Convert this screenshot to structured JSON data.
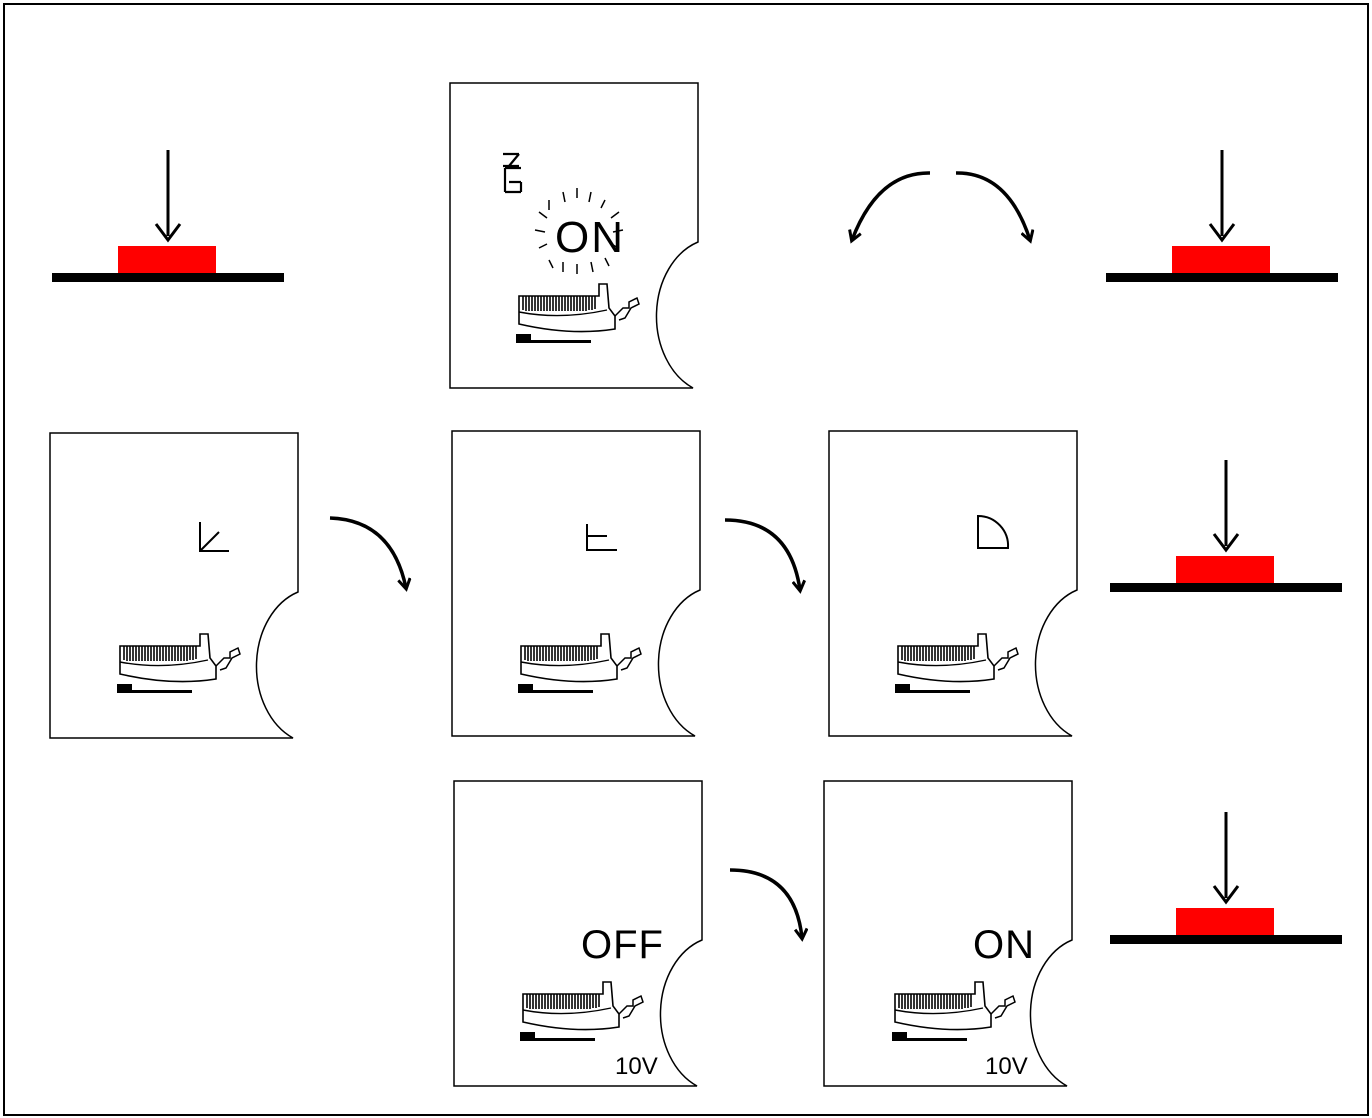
{
  "colors": {
    "button": "#ff0000",
    "ink": "#000000",
    "background": "#ffffff"
  },
  "panels": {
    "zone_on": {
      "display": "ON",
      "mode_icon": "zone-icon",
      "blinking": true
    },
    "mode_angle": {
      "mode_icon": "angle-icon"
    },
    "mode_edge": {
      "mode_icon": "edge-icon"
    },
    "mode_quarter": {
      "mode_icon": "quarter-circle-icon"
    },
    "off_state": {
      "display": "OFF",
      "voltage": "10V"
    },
    "on_state": {
      "display": "ON",
      "voltage": "10V"
    }
  },
  "buttons": [
    {
      "name": "press-button-1",
      "pressed": true
    },
    {
      "name": "press-button-2",
      "pressed": true
    },
    {
      "name": "press-button-3",
      "pressed": true
    },
    {
      "name": "press-button-4",
      "pressed": true
    }
  ]
}
